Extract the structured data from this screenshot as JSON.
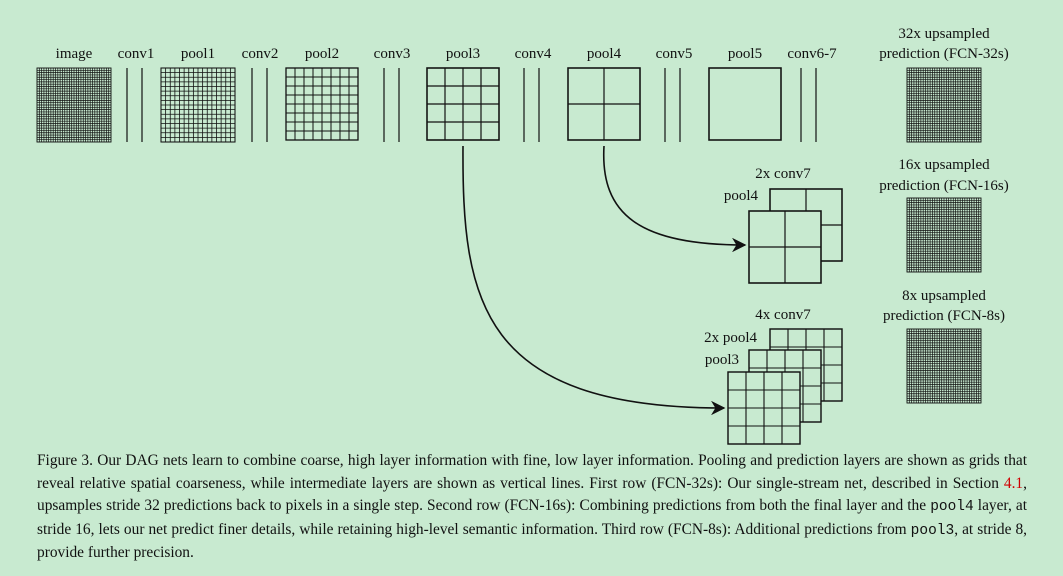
{
  "figure": {
    "top_labels": {
      "image": "image",
      "conv1": "conv1",
      "pool1": "pool1",
      "conv2": "conv2",
      "pool2": "pool2",
      "conv3": "conv3",
      "pool3": "pool3",
      "conv4": "conv4",
      "pool4": "pool4",
      "conv5": "conv5",
      "pool5": "pool5",
      "conv67": "conv6-7"
    },
    "prediction_labels": {
      "fcn32_line1": "32x upsampled",
      "fcn32_line2": "prediction (FCN-32s)",
      "fcn16_line1": "16x upsampled",
      "fcn16_line2": "prediction (FCN-16s)",
      "fcn8_line1": "8x upsampled",
      "fcn8_line2": "prediction (FCN-8s)"
    },
    "stack_labels": {
      "row2_conv7": "2x conv7",
      "row2_pool4": "pool4",
      "row3_conv7": "4x conv7",
      "row3_pool4": "2x pool4",
      "row3_pool3": "pool3"
    }
  },
  "caption": {
    "part1": "Figure 3. Our DAG nets learn to combine coarse, high layer information with fine, low layer information. Pooling and prediction layers are shown as grids that reveal relative spatial coarseness, while intermediate layers are shown as vertical lines. First row (FCN-32s): Our single-stream net, described in Section ",
    "ref": "4.1",
    "part2": ", upsamples stride 32 predictions back to pixels in a single step. Second row (FCN-16s): Combining predictions from both the final layer and the ",
    "code1": "pool4",
    "part3": " layer, at stride 16, lets our net predict finer details, while retaining high-level semantic information. Third row (FCN-8s): Additional predictions from ",
    "code2": "pool3",
    "part4": ", at stride 8, provide further precision."
  },
  "colors": {
    "background": "#c8ead0",
    "ink": "#111111",
    "reference": "#d00000"
  }
}
